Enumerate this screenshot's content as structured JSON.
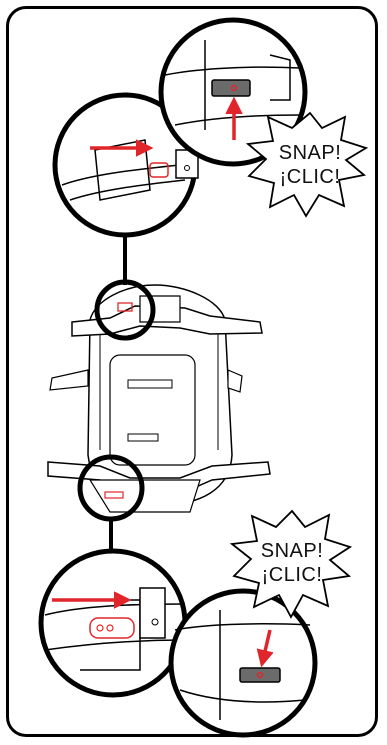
{
  "callouts": [
    {
      "line1": "SNAP!",
      "line2": "¡CLIC!"
    },
    {
      "line1": "SNAP!",
      "line2": "¡CLIC!"
    }
  ],
  "colors": {
    "outline": "#000000",
    "accent": "#e0262b",
    "part_gray": "#6b6b6b"
  },
  "icons": [
    "arrow-icon",
    "starburst-icon",
    "magnifier-circle-icon",
    "ride-on-car-topview"
  ]
}
